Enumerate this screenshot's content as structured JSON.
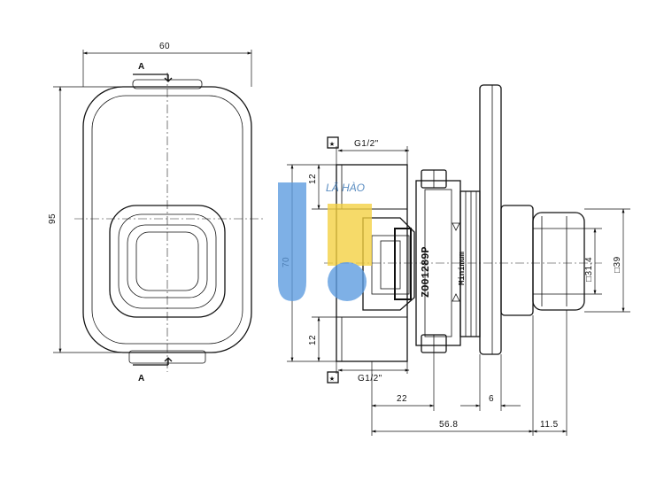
{
  "front_view": {
    "width_label": "60",
    "height_label": "95",
    "section_marker_top": "A",
    "section_marker_bottom": "A"
  },
  "section_view": {
    "dimensions": {
      "thread_top": "G1/2\"",
      "thread_bottom": "G1/2\"",
      "thread_length_top": "12",
      "thread_length_bottom": "12",
      "body_height": "70",
      "depth_22": "22",
      "depth_56_8": "56.8",
      "plate_6": "6",
      "cap_11_5": "11.5",
      "square_31_4": "□31.4",
      "square_39": "□39"
    },
    "labels": {
      "part_number": "ZO01289P",
      "minimum": "Minimum"
    }
  },
  "watermark": {
    "text": "LÂ HÀO",
    "colors": {
      "blue": "#5b9be0",
      "yellow": "#f4d03f"
    }
  }
}
